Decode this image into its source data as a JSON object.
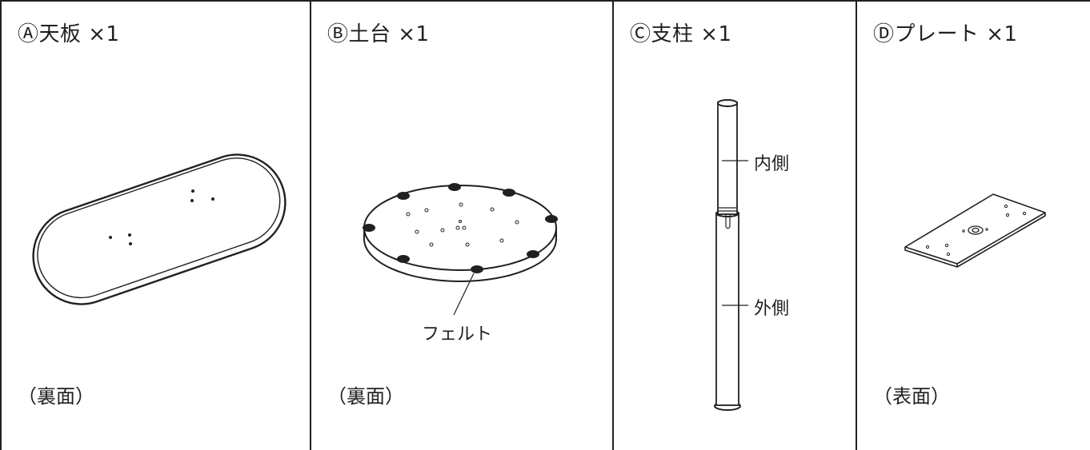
{
  "parts": [
    {
      "title": "Ⓐ天板 ×1",
      "side": "（裏面）"
    },
    {
      "title": "Ⓑ土台 ×1",
      "side": "（裏面）",
      "callout": "フェルト"
    },
    {
      "title": "Ⓒ支柱 ×1",
      "callouts": {
        "inner": "内側",
        "outer": "外側"
      }
    },
    {
      "title": "Ⓓプレート ×1",
      "side": "（表面）"
    }
  ]
}
